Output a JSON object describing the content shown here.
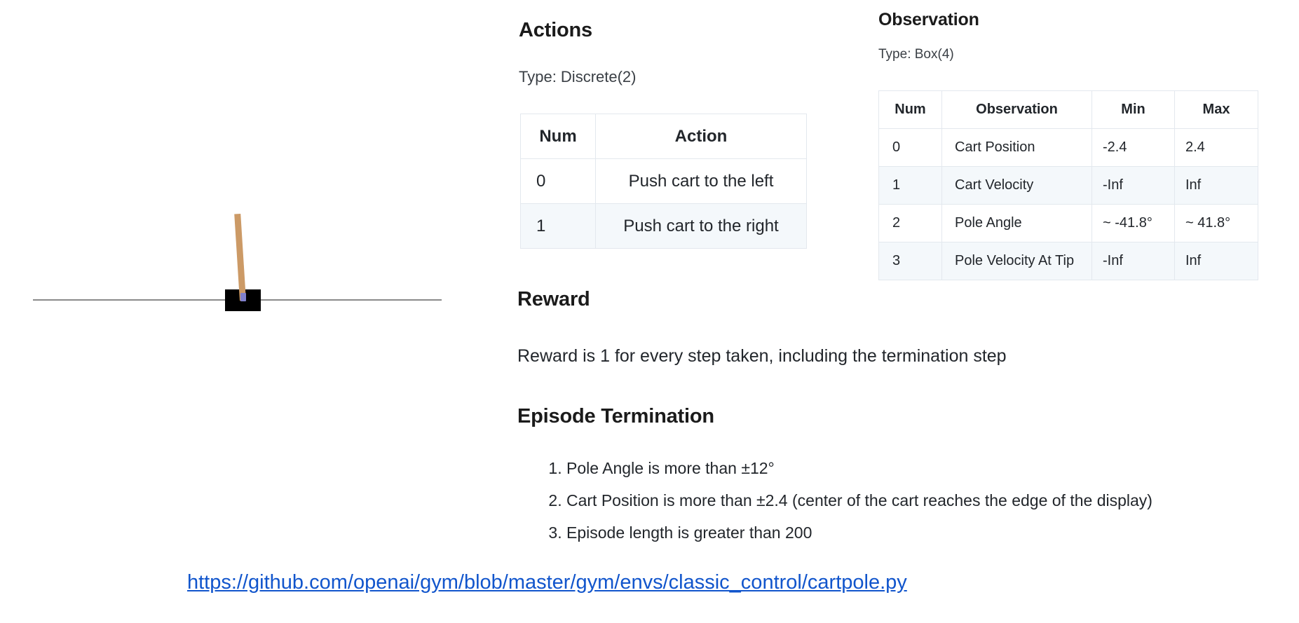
{
  "simulation": {
    "name": "cartpole-environment-render",
    "cart_color": "#000000",
    "pole_color": "#cc9a66",
    "axle_color": "#8080cc",
    "track_color": "#8a8a8a",
    "pole_angle_deg": -3.6
  },
  "actions": {
    "title": "Actions",
    "type_label": "Type: Discrete(2)",
    "columns": [
      "Num",
      "Action"
    ],
    "rows": [
      {
        "num": "0",
        "action": "Push cart to the left"
      },
      {
        "num": "1",
        "action": "Push cart to the right"
      }
    ]
  },
  "observation": {
    "title": "Observation",
    "type_label": "Type: Box(4)",
    "columns": [
      "Num",
      "Observation",
      "Min",
      "Max"
    ],
    "rows": [
      {
        "num": "0",
        "observation": "Cart Position",
        "min": "-2.4",
        "max": "2.4"
      },
      {
        "num": "1",
        "observation": "Cart Velocity",
        "min": "-Inf",
        "max": "Inf"
      },
      {
        "num": "2",
        "observation": "Pole Angle",
        "min": "~ -41.8°",
        "max": "~ 41.8°"
      },
      {
        "num": "3",
        "observation": "Pole Velocity At Tip",
        "min": "-Inf",
        "max": "Inf"
      }
    ]
  },
  "reward": {
    "title": "Reward",
    "text": "Reward is 1 for every step taken, including the termination step"
  },
  "termination": {
    "title": "Episode Termination",
    "items": [
      "Pole Angle is more than ±12°",
      "Cart Position is more than ±2.4 (center of the cart reaches the edge of the display)",
      "Episode length is greater than 200"
    ]
  },
  "footer": {
    "link_text": "https://github.com/openai/gym/blob/master/gym/envs/classic_control/cartpole.py",
    "link_color": "#1155cc"
  }
}
